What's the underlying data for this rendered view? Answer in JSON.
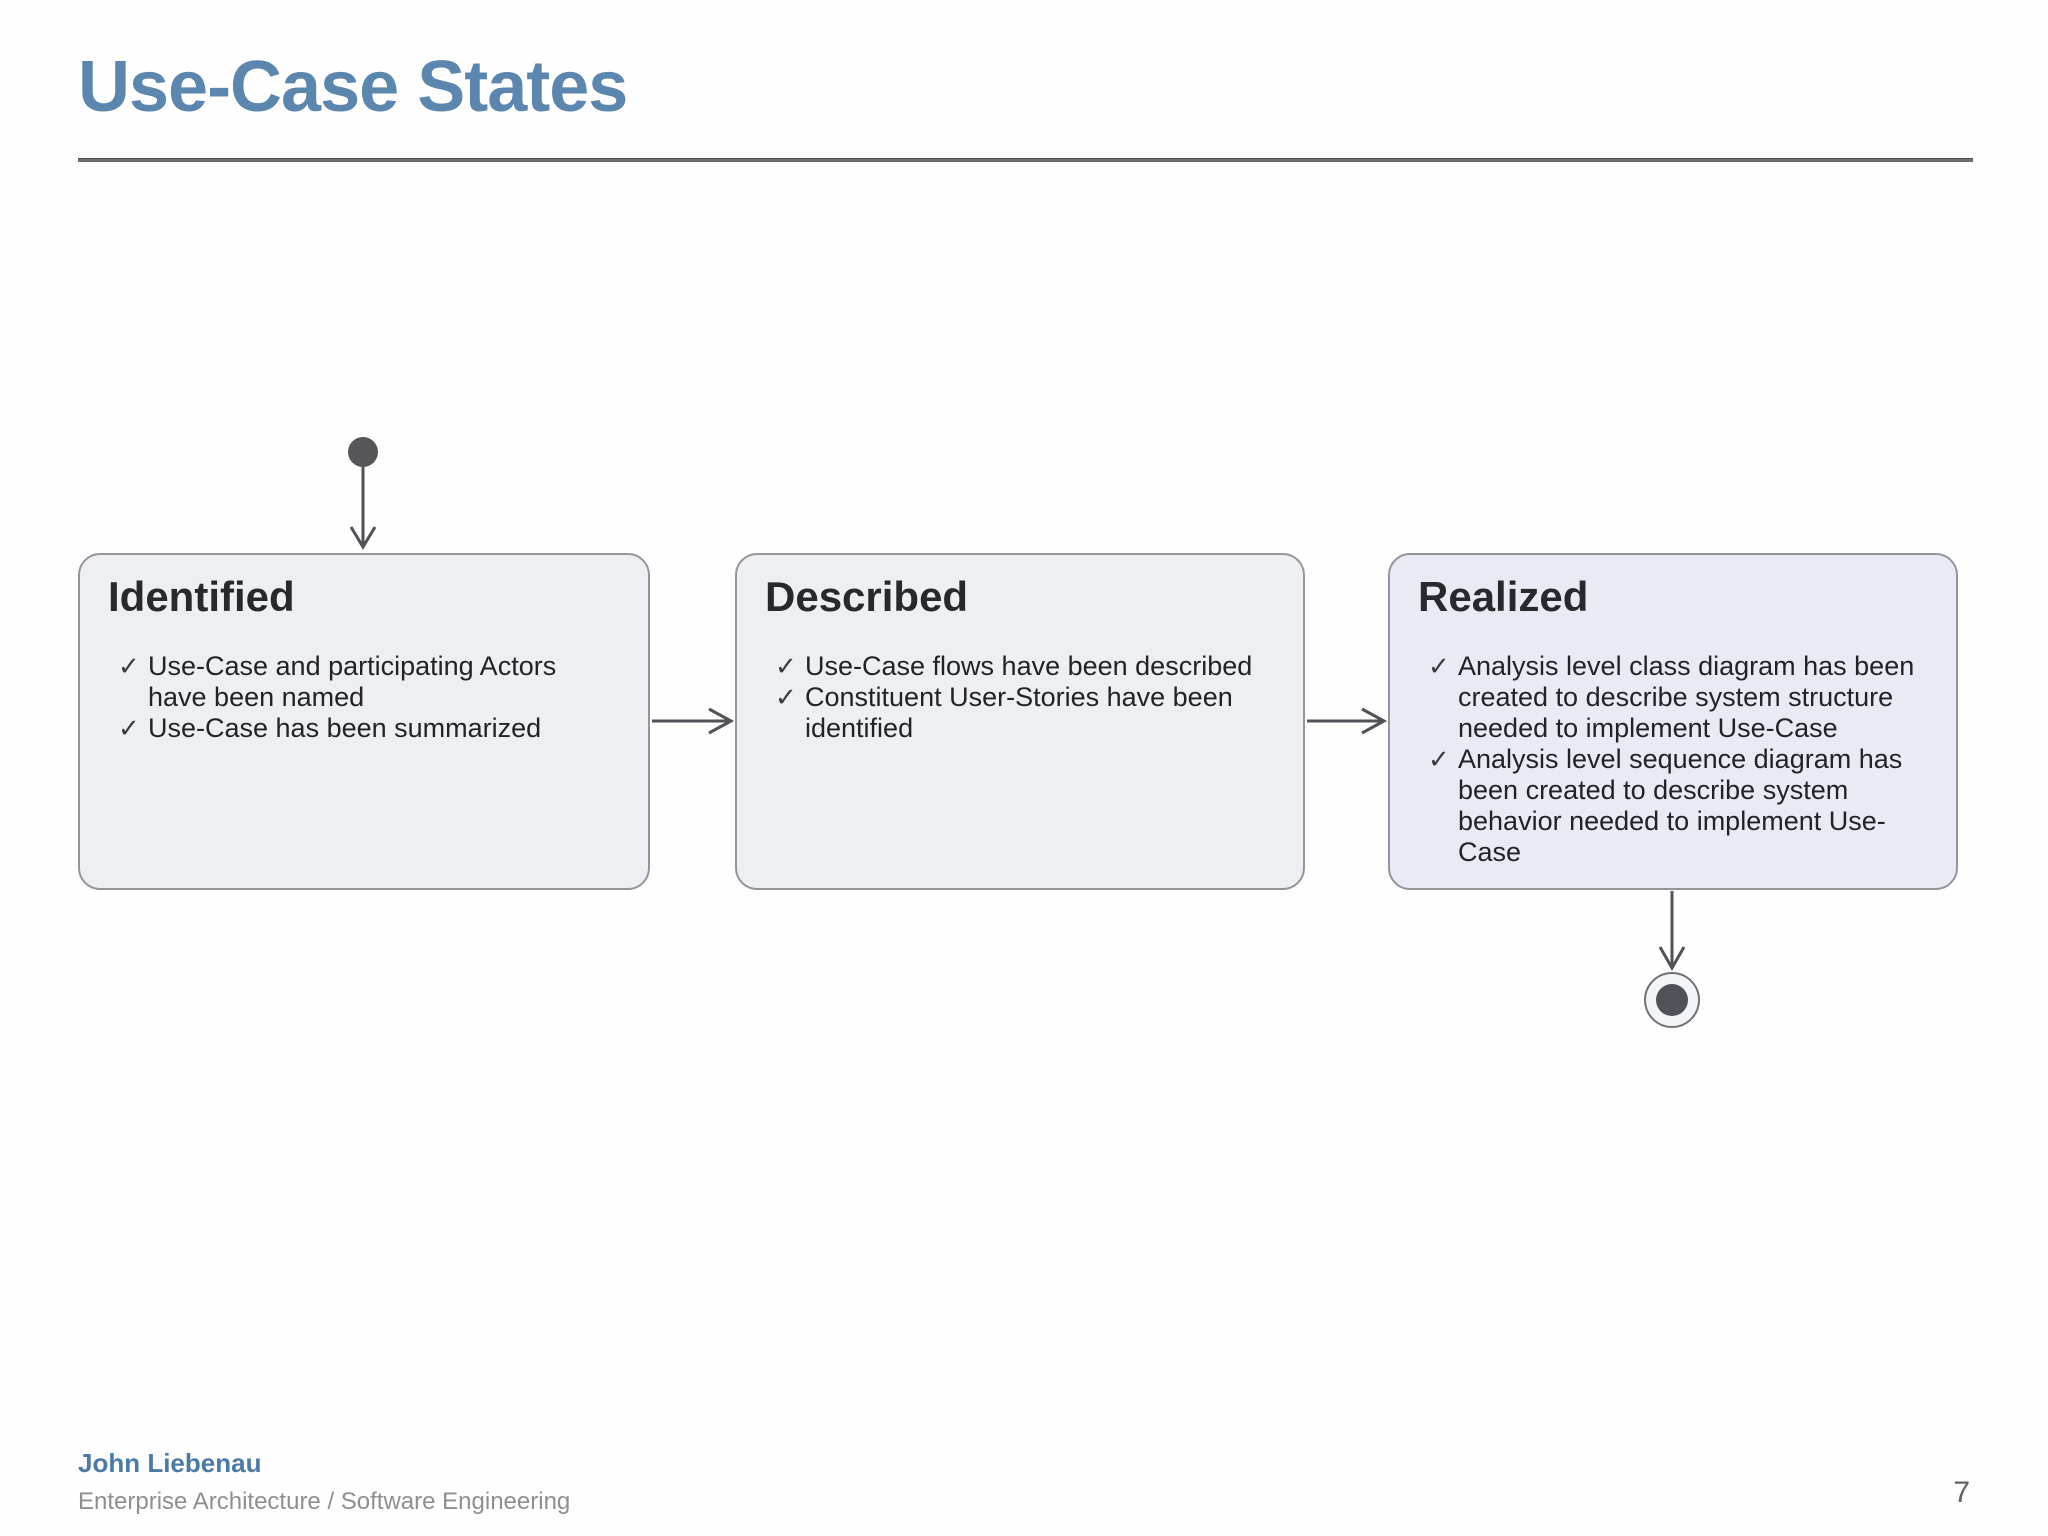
{
  "slide": {
    "title": "Use-Case States",
    "page_number": "7",
    "footer": {
      "author": "John Liebenau",
      "subtitle": "Enterprise Architecture / Software Engineering"
    }
  },
  "diagram": {
    "type": "uml-state-machine",
    "checkmark": "✓",
    "states": [
      {
        "title": "Identified",
        "items": [
          "Use-Case and participating Actors have been named",
          "Use-Case has been summarized"
        ]
      },
      {
        "title": "Described",
        "items": [
          "Use-Case flows have been described",
          "Constituent User-Stories have been identified"
        ]
      },
      {
        "title": "Realized",
        "items": [
          "Analysis level class diagram has been created to describe system structure needed to implement Use-Case",
          "Analysis level sequence diagram has been created to describe system behavior needed to implement Use-Case"
        ]
      }
    ],
    "transitions": [
      "initial -> Identified",
      "Identified -> Described",
      "Described -> Realized",
      "Realized -> final"
    ]
  },
  "colors": {
    "title_blue": "#5b86ae",
    "heading_dark": "#28292d",
    "body_text": "#222327",
    "box_fill": "#edeff2",
    "box_fill_realized": "#e8ebf3",
    "box_border": "#93959b",
    "edge_gray": "#515257",
    "footer_blue": "#4a7aa8",
    "footer_gray": "#8f8f91"
  }
}
